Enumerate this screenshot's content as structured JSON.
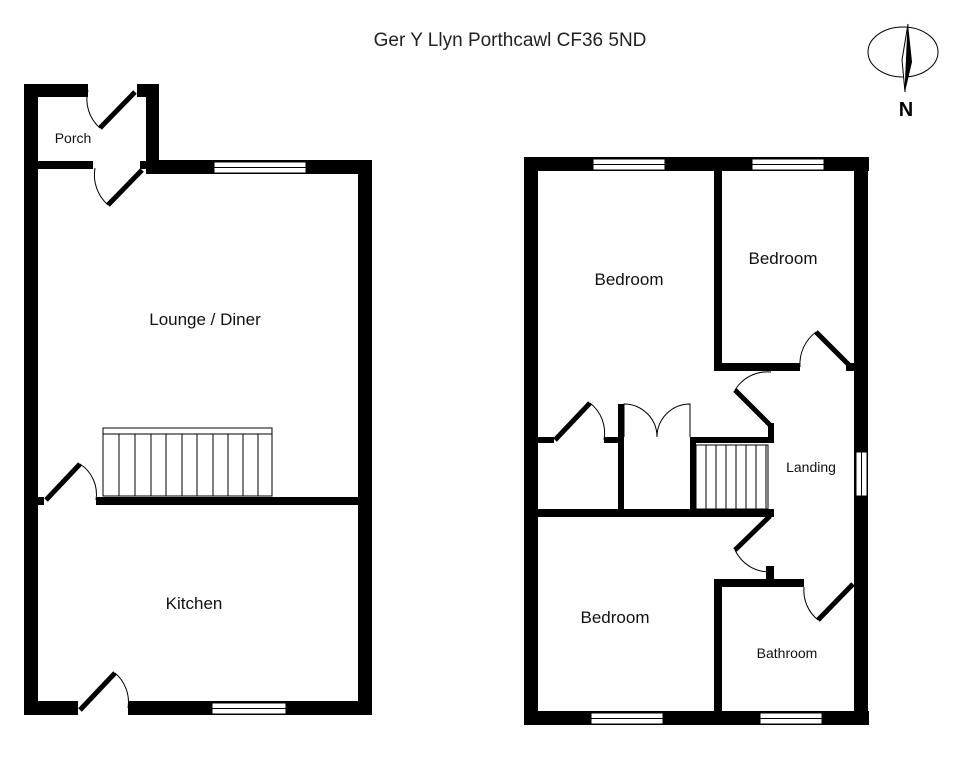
{
  "title": "Ger Y Llyn Porthcawl CF36 5ND",
  "compass": {
    "label": "N"
  },
  "ground_floor": {
    "rooms": {
      "porch": "Porch",
      "lounge": "Lounge / Diner",
      "kitchen": "Kitchen"
    }
  },
  "first_floor": {
    "rooms": {
      "bedroom_front_left": "Bedroom",
      "bedroom_front_right": "Bedroom",
      "landing": "Landing",
      "bedroom_rear": "Bedroom",
      "bathroom": "Bathroom"
    }
  }
}
